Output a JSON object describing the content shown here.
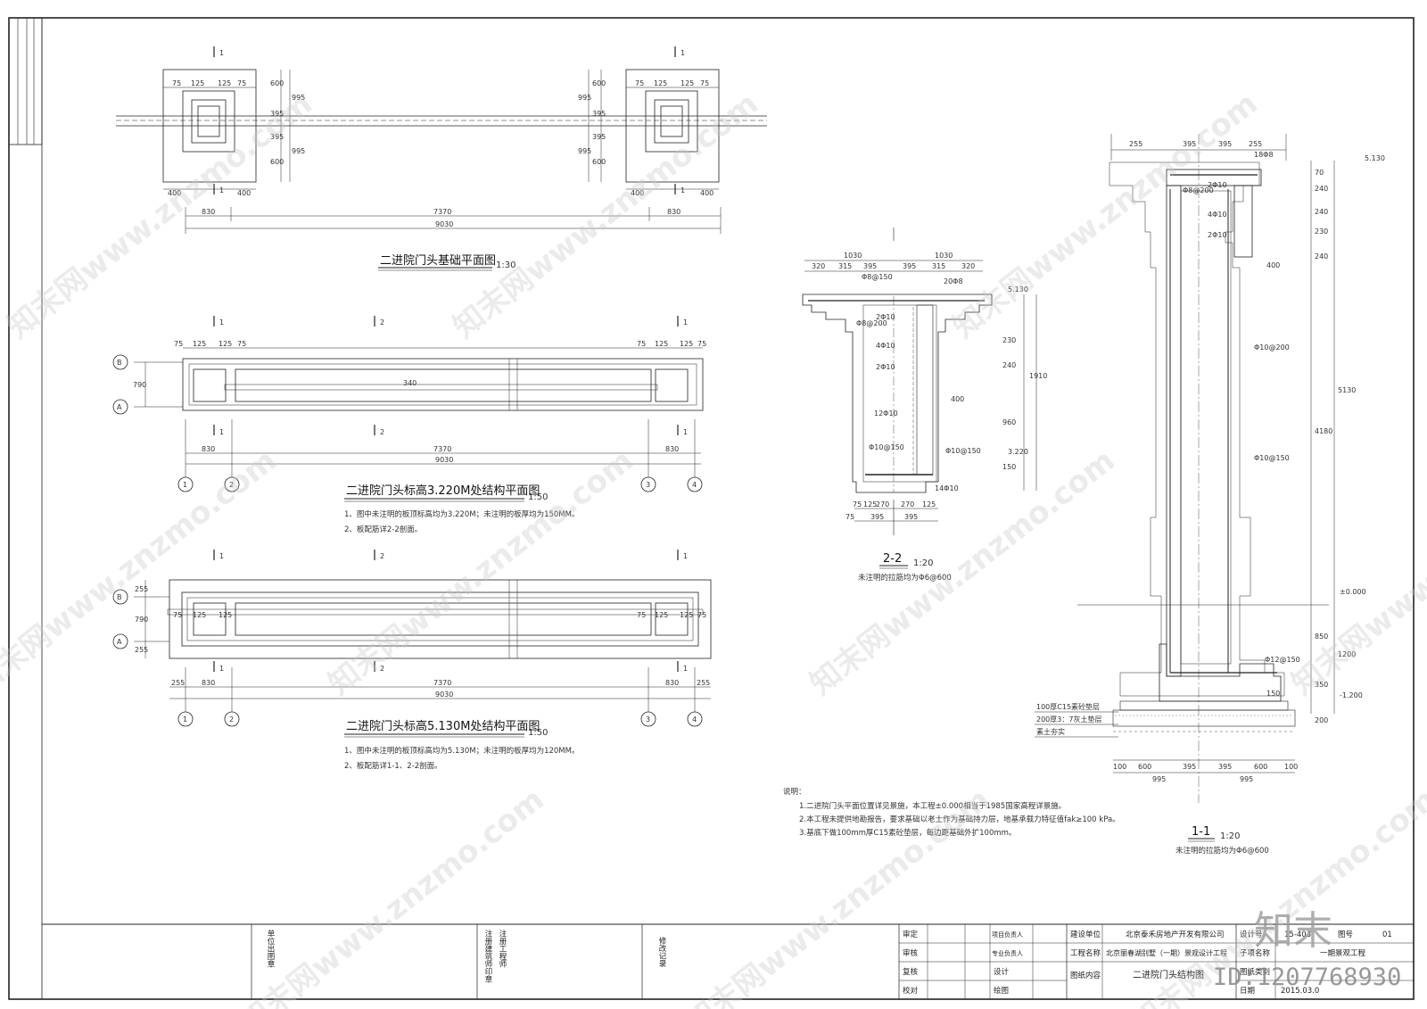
{
  "drawings": {
    "foundation_plan": {
      "title": "二进院门头基础平面图",
      "scale": "1:30"
    },
    "plan_3220": {
      "title": "二进院门头标高3.220M处结构平面图",
      "scale": "1:50",
      "notes": [
        "1、图中未注明的板顶标高均为3.220M；未注明的板厚均为150MM。",
        "2、板配筋详2-2剖面。"
      ]
    },
    "plan_5130": {
      "title": "二进院门头标高5.130M处结构平面图",
      "scale": "1:50",
      "notes": [
        "1、图中未注明的板顶标高均为5.130M；未注明的板厚均为120MM。",
        "2、板配筋详1-1、2-2剖面。"
      ]
    },
    "section_22": {
      "title": "2-2",
      "scale": "1:20",
      "note": "未注明的拉筋均为Φ6@600"
    },
    "section_11": {
      "title": "1-1",
      "scale": "1:20",
      "note": "未注明的拉筋均为Φ6@600"
    }
  },
  "dims": {
    "d75": "75",
    "d125": "125",
    "d600": "600",
    "d995": "995",
    "d395": "395",
    "d400": "400",
    "d830": "830",
    "d7370": "7370",
    "d9030": "9030",
    "d790": "790",
    "d255": "255",
    "d340": "340",
    "d1030": "1030",
    "d320": "320",
    "d315": "315",
    "d270": "270",
    "d150": "150",
    "d240": "240",
    "d230": "230",
    "d960": "960",
    "d1910": "1910",
    "d5130": "5130",
    "d4180": "4180",
    "d850": "850",
    "d1200": "1200",
    "d350": "350",
    "d200": "200",
    "d100": "100",
    "d70": "70"
  },
  "grid": {
    "a": "A",
    "b": "B",
    "g1": "1",
    "g2": "2",
    "g3": "3",
    "g4": "4"
  },
  "marks": {
    "m1": "1",
    "m2": "2"
  },
  "rebar": {
    "r1": "Φ8@150",
    "r2": "Φ8@200",
    "r3": "2Φ10",
    "r4": "4Φ10",
    "r5": "12Φ10",
    "r6": "Φ10@150",
    "r7": "14Φ10",
    "r8": "20Φ8",
    "r9": "Φ10@200",
    "r10": "Φ12@150",
    "r11": "18Φ8"
  },
  "levels": {
    "l1": "5.130",
    "l2": "3.220",
    "l3": "±0.000",
    "l4": "-1.200"
  },
  "layers": {
    "c15": "100厚C15素砼垫层",
    "lime": "200厚3：7灰土垫层",
    "soil": "素土夯实"
  },
  "general_notes": {
    "heading": "说明：",
    "items": [
      "1.二进院门头平面位置详见景施，本工程±0.000相当于1985国家高程详景施。",
      "2.本工程未提供地勘报告，要求基础以老土作为基础持力层，地基承载力特征值fak≥100 kPa。",
      "3.基底下做100mm厚C15素砼垫层，每边距基础外扩100mm。"
    ]
  },
  "titleblock": {
    "unit_stamp": "单位出图章",
    "reg_arch": "注册建筑师印章",
    "reg_eng": "注册工程师",
    "revision": "修改记录",
    "review": "审定",
    "check": "审核",
    "recheck": "复核",
    "proof": "校对",
    "proj_lead": "项目负责人",
    "spec_lead": "专业负责人",
    "design": "设计",
    "draw": "绘图",
    "client_label": "建设单位",
    "client": "北京泰禾房地产开发有限公司",
    "project_label": "工程名称",
    "project": "北京丽春湖别墅（一期）景观设计工程",
    "drawing_label": "图纸内容",
    "drawing": "二进院门头结构图",
    "code_label": "设计号",
    "code": "15-403",
    "sheet_label": "图号",
    "sheet": "01",
    "sub_label": "子项名称",
    "sub": "一期景观工程",
    "cat_label": "图纸类别",
    "date_label": "日期",
    "date": "2015.03.0"
  },
  "watermark": {
    "text": "知末网www.znzmo.com",
    "brand": "知末",
    "id": "ID:1207768930"
  }
}
